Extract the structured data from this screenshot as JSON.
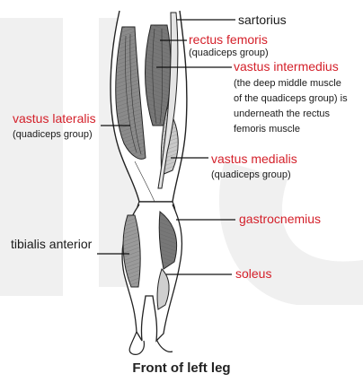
{
  "labels": {
    "sartorius": "sartorius",
    "rectus_femoris": "rectus femoris",
    "rectus_femoris_group": "(quadiceps group)",
    "vastus_intermedius": "vastus intermedius",
    "vastus_intermedius_note_1": "(the deep middle muscle",
    "vastus_intermedius_note_2": "of the quadiceps group) is",
    "vastus_intermedius_note_3": "underneath the rectus",
    "vastus_intermedius_note_4": "femoris muscle",
    "vastus_lateralis": "vastus lateralis",
    "vastus_lateralis_group": "(quadiceps group)",
    "vastus_medialis": "vastus medialis",
    "vastus_medialis_group": "(quadiceps group)",
    "gastrocnemius": "gastrocnemius",
    "tibialis_anterior": "tibialis anterior",
    "soleus": "soleus"
  },
  "caption": "Front of left leg",
  "colors": {
    "highlight_label": "#d4202a",
    "plain_label": "#1a1a1a",
    "muscle_shade": "#7a7a7a",
    "watermark": "#eeeeee"
  }
}
